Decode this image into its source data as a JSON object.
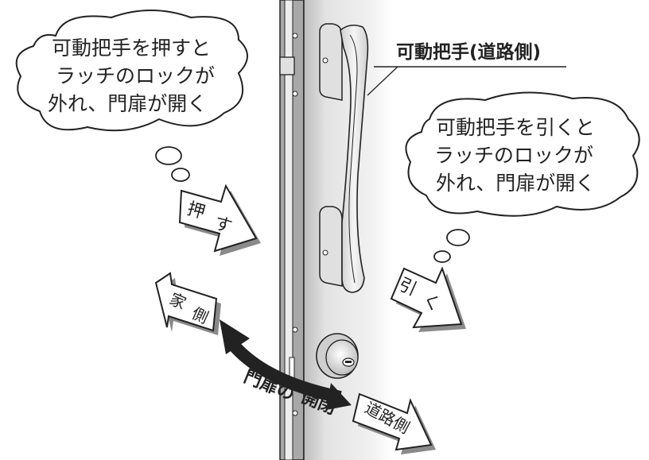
{
  "bubble_push": {
    "line1": "可動把手を押すと",
    "line2": "ラッチのロックが",
    "line3": "外れ、門扉が開く"
  },
  "bubble_pull": {
    "line1": "可動把手を引くと",
    "line2": "ラッチのロックが",
    "line3": "外れ、門扉が開く"
  },
  "handle_label": "可動把手(道路側)",
  "arrow_push": {
    "char1": "押",
    "char2": "す"
  },
  "arrow_pull": {
    "char1": "引",
    "char2": "く"
  },
  "arrow_house": {
    "char1": "家",
    "char2": "側"
  },
  "arrow_road": {
    "text": "道路側"
  },
  "gate_swing_label": {
    "part1": "門扉の",
    "part2": "開閉"
  },
  "colors": {
    "outline": "#222222",
    "door_fill": "#d9d9d9",
    "handle_fill": "#e6e6e6"
  }
}
